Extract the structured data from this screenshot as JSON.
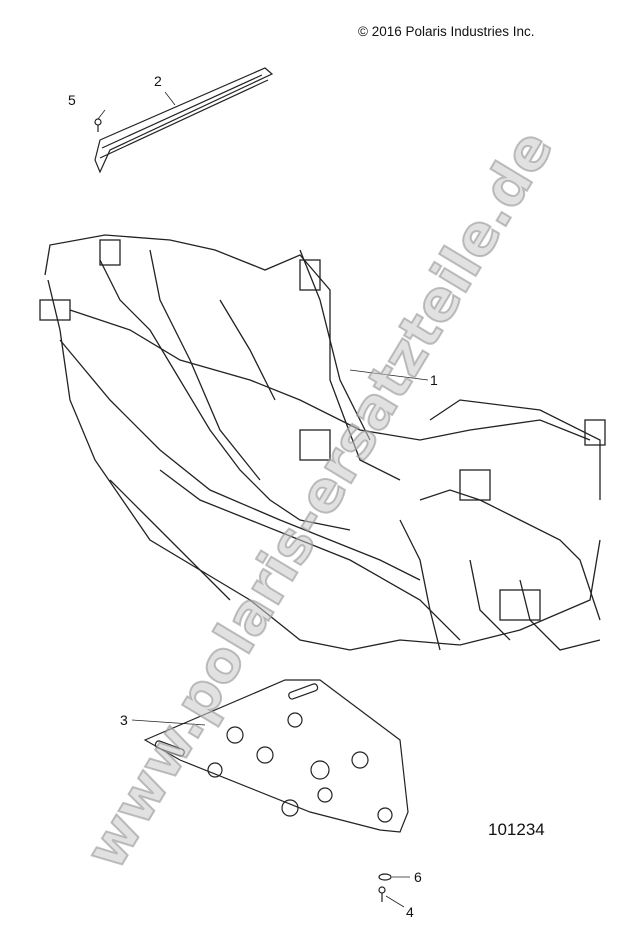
{
  "copyright": "© 2016 Polaris Industries Inc.",
  "diagram_number": "101234",
  "watermark": "www.polaris-ersatzteile.de",
  "callouts": [
    {
      "id": "1",
      "part": "frame"
    },
    {
      "id": "2",
      "part": "rail"
    },
    {
      "id": "3",
      "part": "skid-plate"
    },
    {
      "id": "4",
      "part": "screw"
    },
    {
      "id": "5",
      "part": "screw"
    },
    {
      "id": "6",
      "part": "washer"
    }
  ]
}
